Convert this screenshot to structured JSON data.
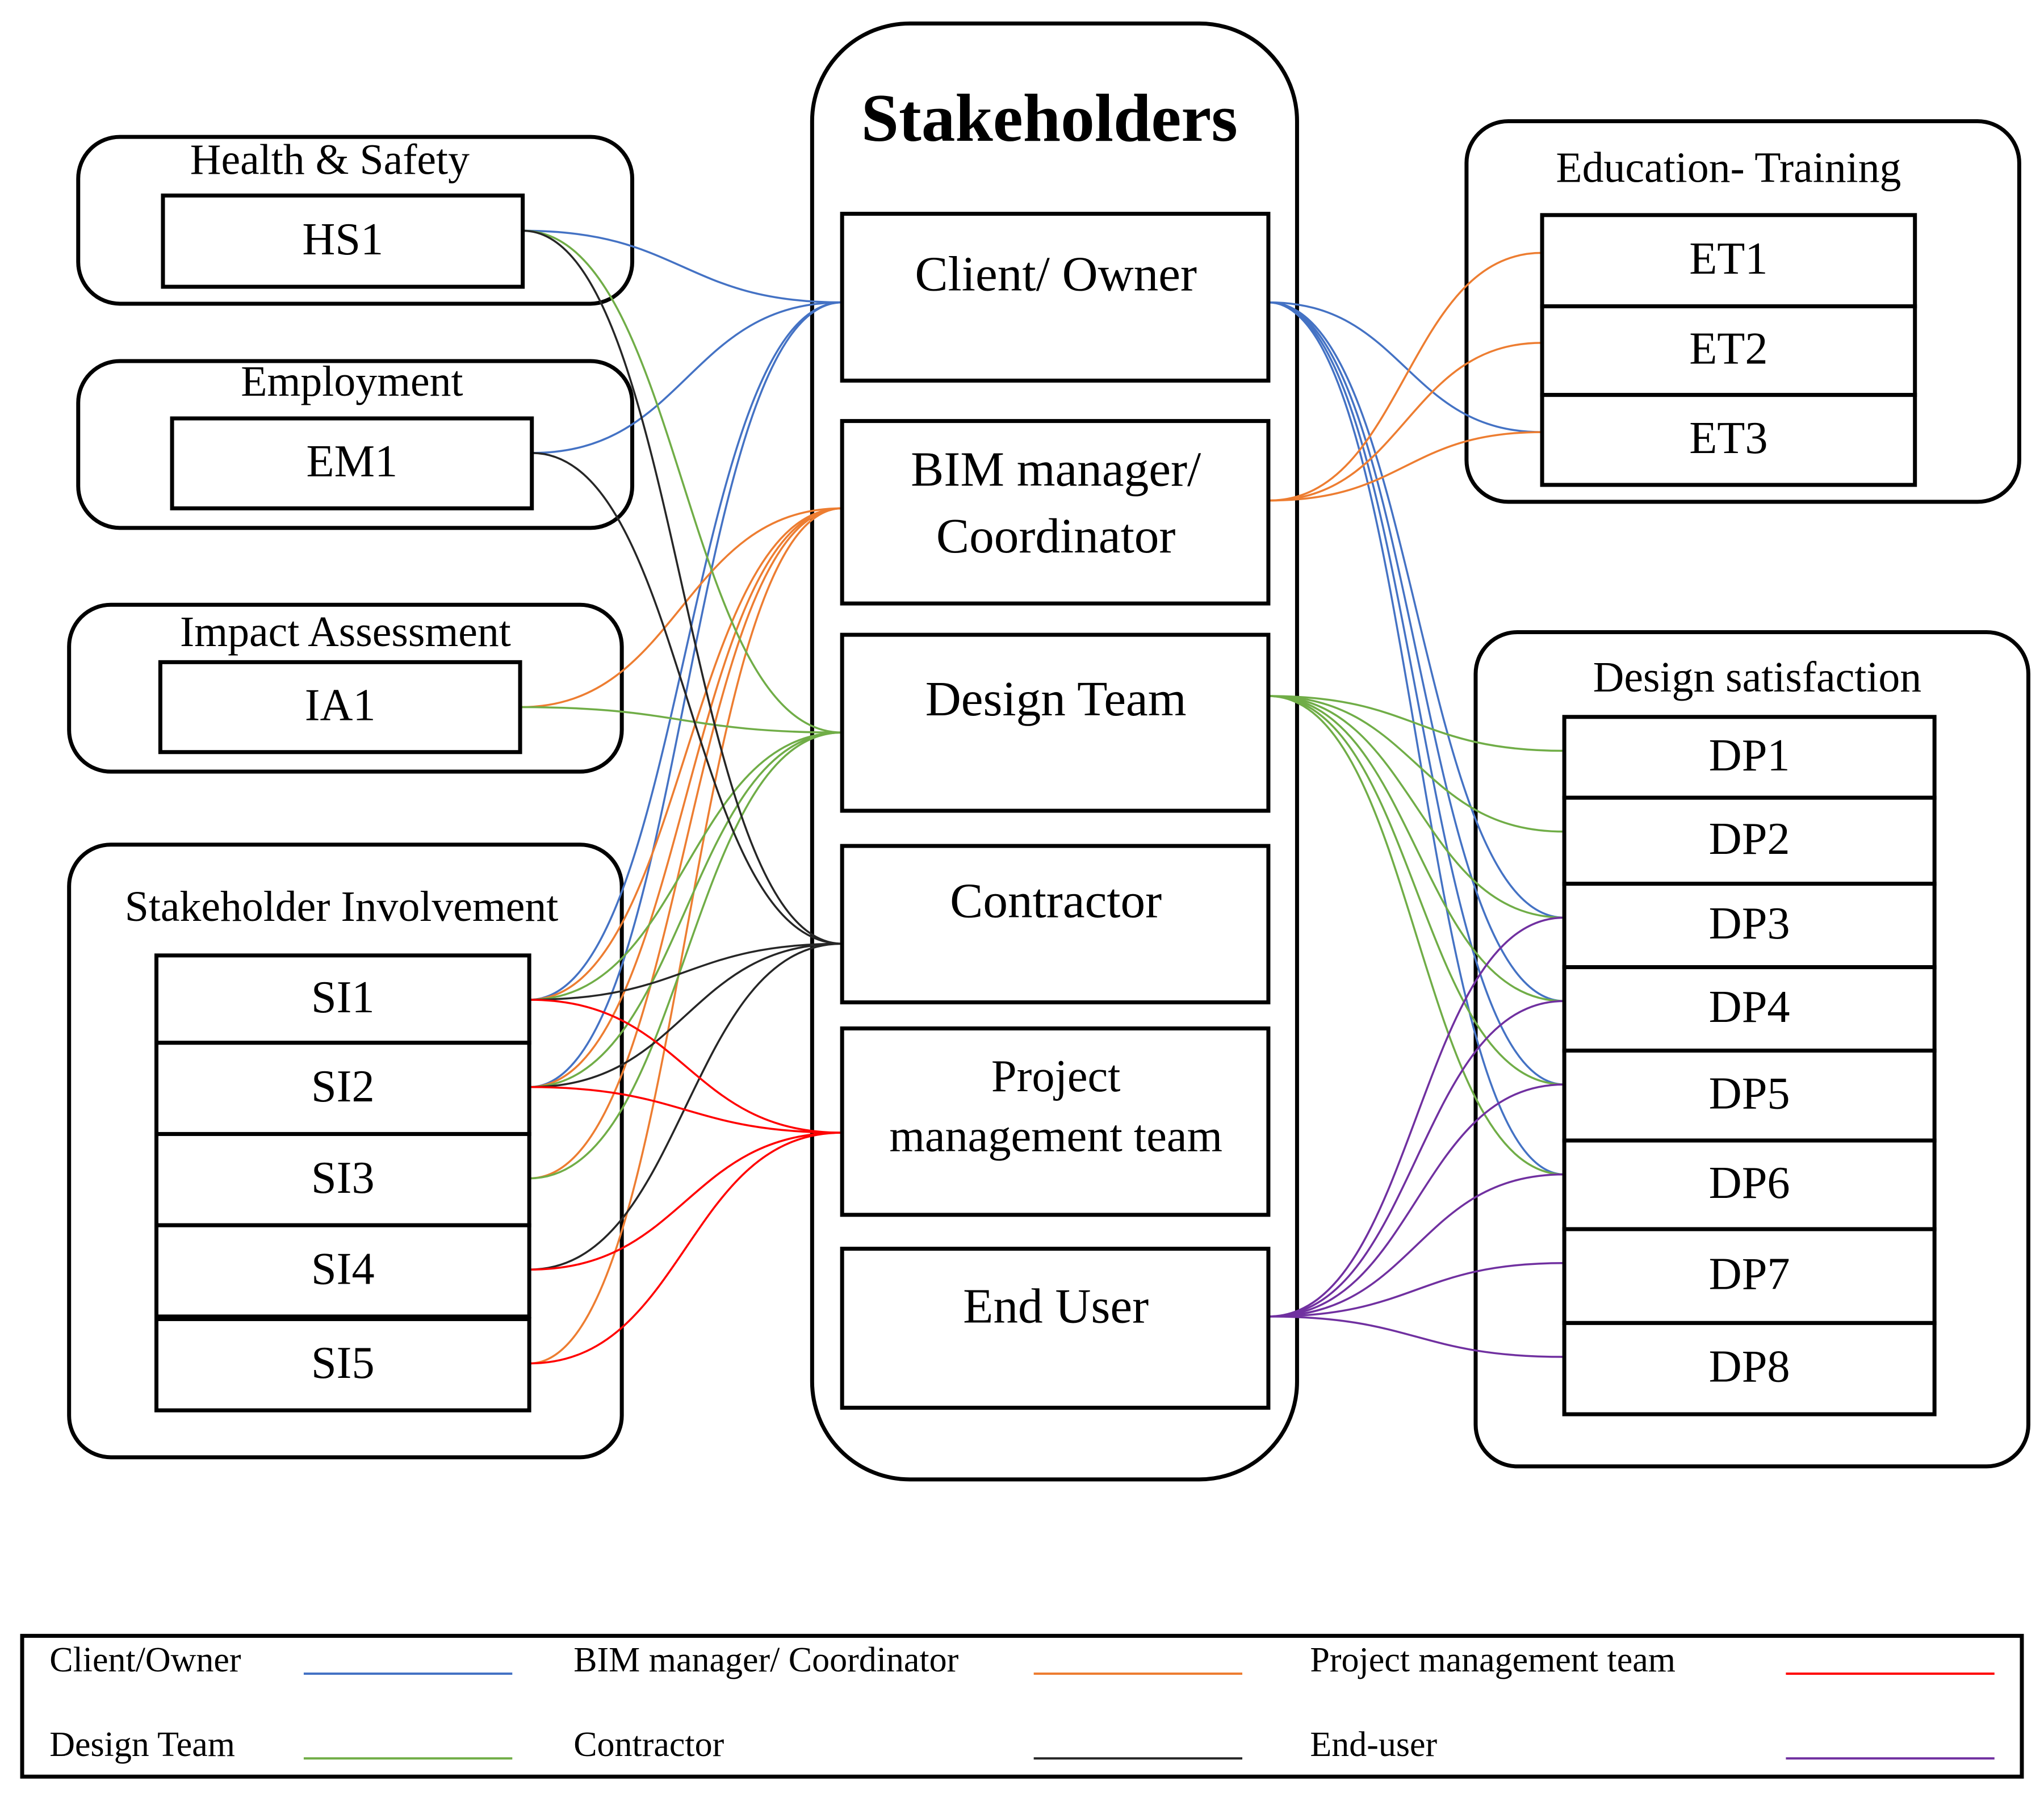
{
  "title": "Stakeholders",
  "stakeholders": [
    {
      "id": "client",
      "lines": [
        "Client/ Owner"
      ]
    },
    {
      "id": "bim",
      "lines": [
        "BIM manager/",
        "Coordinator"
      ]
    },
    {
      "id": "design",
      "lines": [
        "Design Team"
      ]
    },
    {
      "id": "contractor",
      "lines": [
        "Contractor"
      ]
    },
    {
      "id": "pmt",
      "lines": [
        "Project",
        "management team"
      ]
    },
    {
      "id": "enduser",
      "lines": [
        "End User"
      ]
    }
  ],
  "groups": [
    {
      "id": "hs",
      "title": "Health & Safety",
      "items": [
        "HS1"
      ]
    },
    {
      "id": "em",
      "title": "Employment",
      "items": [
        "EM1"
      ]
    },
    {
      "id": "ia",
      "title": "Impact Assessment",
      "items": [
        "IA1"
      ]
    },
    {
      "id": "si",
      "title": "Stakeholder Involvement",
      "items": [
        "SI1",
        "SI2",
        "SI3",
        "SI4",
        "SI5"
      ]
    },
    {
      "id": "et",
      "title": "Education- Training",
      "items": [
        "ET1",
        "ET2",
        "ET3"
      ]
    },
    {
      "id": "dp",
      "title": "Design satisfaction",
      "items": [
        "DP1",
        "DP2",
        "DP3",
        "DP4",
        "DP5",
        "DP6",
        "DP7",
        "DP8"
      ]
    }
  ],
  "legend": [
    {
      "label": "Client/Owner",
      "stakeholder": "client",
      "color": "#4472C4"
    },
    {
      "label": "BIM manager/ Coordinator",
      "stakeholder": "bim",
      "color": "#ED7D31"
    },
    {
      "label": "Project management team",
      "stakeholder": "pmt",
      "color": "#FF0000"
    },
    {
      "label": "Design Team",
      "stakeholder": "design",
      "color": "#70AD47"
    },
    {
      "label": "Contractor",
      "stakeholder": "contractor",
      "color": "#262626"
    },
    {
      "label": "End-user",
      "stakeholder": "enduser",
      "color": "#7030A0"
    }
  ],
  "links": [
    {
      "from": "client",
      "to": "HS1"
    },
    {
      "from": "client",
      "to": "EM1"
    },
    {
      "from": "client",
      "to": "SI1"
    },
    {
      "from": "client",
      "to": "SI2"
    },
    {
      "from": "client",
      "to": "ET3"
    },
    {
      "from": "client",
      "to": "DP3"
    },
    {
      "from": "client",
      "to": "DP4"
    },
    {
      "from": "client",
      "to": "DP5"
    },
    {
      "from": "client",
      "to": "DP6"
    },
    {
      "from": "bim",
      "to": "IA1"
    },
    {
      "from": "bim",
      "to": "SI1"
    },
    {
      "from": "bim",
      "to": "SI2"
    },
    {
      "from": "bim",
      "to": "SI3"
    },
    {
      "from": "bim",
      "to": "SI5"
    },
    {
      "from": "bim",
      "to": "ET1"
    },
    {
      "from": "bim",
      "to": "ET2"
    },
    {
      "from": "bim",
      "to": "ET3"
    },
    {
      "from": "design",
      "to": "HS1"
    },
    {
      "from": "design",
      "to": "IA1"
    },
    {
      "from": "design",
      "to": "SI1"
    },
    {
      "from": "design",
      "to": "SI2"
    },
    {
      "from": "design",
      "to": "SI3"
    },
    {
      "from": "design",
      "to": "DP1"
    },
    {
      "from": "design",
      "to": "DP2"
    },
    {
      "from": "design",
      "to": "DP3"
    },
    {
      "from": "design",
      "to": "DP4"
    },
    {
      "from": "design",
      "to": "DP5"
    },
    {
      "from": "design",
      "to": "DP6"
    },
    {
      "from": "contractor",
      "to": "HS1"
    },
    {
      "from": "contractor",
      "to": "EM1"
    },
    {
      "from": "contractor",
      "to": "SI1"
    },
    {
      "from": "contractor",
      "to": "SI2"
    },
    {
      "from": "contractor",
      "to": "SI4"
    },
    {
      "from": "pmt",
      "to": "SI1"
    },
    {
      "from": "pmt",
      "to": "SI2"
    },
    {
      "from": "pmt",
      "to": "SI4"
    },
    {
      "from": "pmt",
      "to": "SI5"
    },
    {
      "from": "enduser",
      "to": "DP3"
    },
    {
      "from": "enduser",
      "to": "DP4"
    },
    {
      "from": "enduser",
      "to": "DP5"
    },
    {
      "from": "enduser",
      "to": "DP6"
    },
    {
      "from": "enduser",
      "to": "DP7"
    },
    {
      "from": "enduser",
      "to": "DP8"
    }
  ]
}
